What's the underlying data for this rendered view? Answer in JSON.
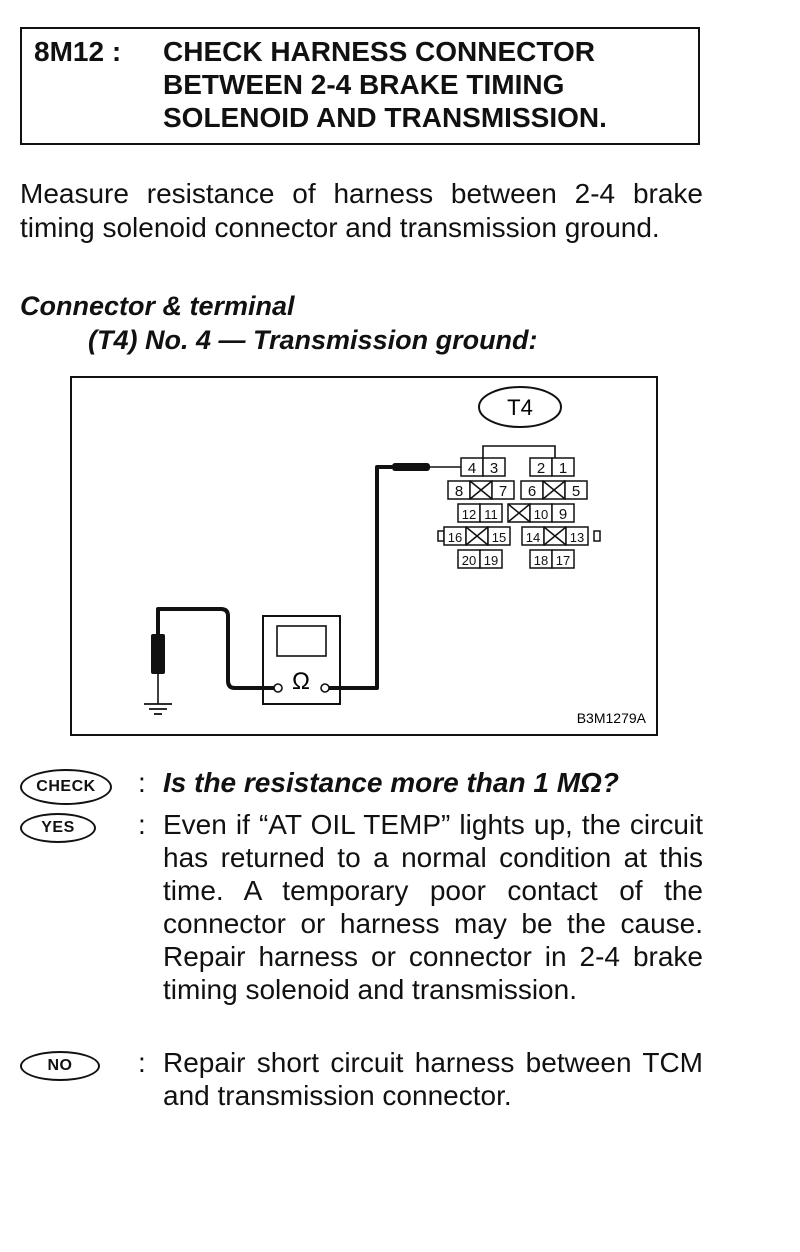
{
  "step": {
    "id": "8M12 :",
    "title": "CHECK HARNESS CONNECTOR BETWEEN 2-4 BRAKE TIMING SOLENOID AND TRANSMISSION."
  },
  "instruction": "Measure resistance of harness between 2-4 brake timing solenoid connector and transmission ground.",
  "connector": {
    "heading": "Connector & terminal",
    "terminal": "(T4) No. 4 — Transmission ground:"
  },
  "figure": {
    "connector_label": "T4",
    "figure_code": "B3M1279A",
    "meter_symbol": "Ω",
    "pins": {
      "row1": [
        "4",
        "3",
        "2",
        "1"
      ],
      "row2": [
        "8",
        "7",
        "6",
        "5"
      ],
      "row3": [
        "12",
        "11",
        "10",
        "9"
      ],
      "row4": [
        "16",
        "15",
        "14",
        "13"
      ],
      "row5": [
        "20",
        "19",
        "18",
        "17"
      ]
    }
  },
  "check": {
    "badge": "CHECK",
    "question": "Is the resistance more than 1 MΩ?"
  },
  "yes": {
    "badge": "YES",
    "text": "Even if “AT OIL TEMP” lights up, the circuit has returned to a normal condition at this time. A temporary poor contact of the connector or harness may be the cause. Repair harness or connector in 2-4 brake timing solenoid and transmission."
  },
  "no": {
    "badge": "NO",
    "text": "Repair short circuit harness between TCM and transmission connector."
  },
  "colon": ":"
}
